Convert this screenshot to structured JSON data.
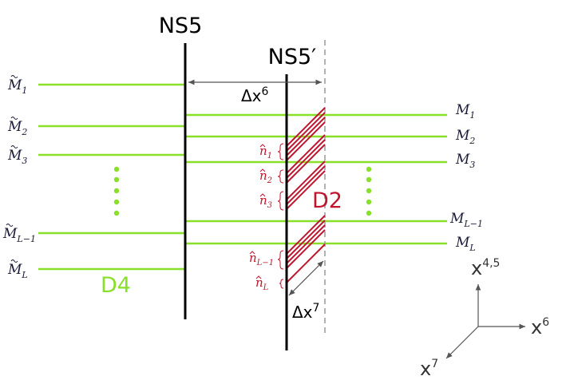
{
  "brane_labels": {
    "ns5": "NS5",
    "ns5_prime": "NS5′",
    "d4": "D4",
    "d2": "D2"
  },
  "measures": {
    "dx6": "Δx",
    "dx6_sup": "6",
    "dx7": "Δx",
    "dx7_sup": "7"
  },
  "left_labels": [
    {
      "base": "M",
      "sub": "1"
    },
    {
      "base": "M",
      "sub": "2"
    },
    {
      "base": "M",
      "sub": "3"
    },
    {
      "base": "M",
      "sub": "L−1"
    },
    {
      "base": "M",
      "sub": "L"
    }
  ],
  "right_labels": [
    {
      "base": "M",
      "sub": "1"
    },
    {
      "base": "M",
      "sub": "2"
    },
    {
      "base": "M",
      "sub": "3"
    },
    {
      "base": "M",
      "sub": "L−1"
    },
    {
      "base": "M",
      "sub": "L"
    }
  ],
  "n_labels": [
    {
      "base": "n",
      "sub": "1"
    },
    {
      "base": "n",
      "sub": "2"
    },
    {
      "base": "n",
      "sub": "3"
    },
    {
      "base": "n",
      "sub": "L−1"
    },
    {
      "base": "n",
      "sub": "L"
    }
  ],
  "axes": {
    "x45": "x",
    "x45_sup": "4,5",
    "x6": "x",
    "x6_sup": "6",
    "x7": "x",
    "x7_sup": "7"
  },
  "colors": {
    "d4": "#88e02a",
    "d2": "#c0152e",
    "brane": "#000000",
    "label": "#1a1a3a",
    "dashed": "#999999",
    "arrow": "#555555"
  }
}
